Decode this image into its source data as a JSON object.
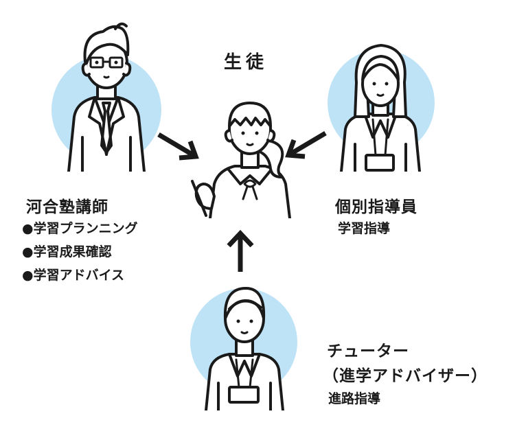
{
  "colors": {
    "circle": "#bfe3f6",
    "ink": "#1a1a1a"
  },
  "student": {
    "title": "生徒"
  },
  "instructor": {
    "title": "河合塾講師",
    "items": [
      "●学習プランニング",
      "●学習成果確認",
      "●学習アドバイス"
    ]
  },
  "individual_guide": {
    "title": "個別指導員",
    "role": "学習指導"
  },
  "tutor": {
    "title": "チューター",
    "subtitle": "（進学アドバイザー）",
    "role": "進路指導"
  },
  "icons": [
    "teacher-icon",
    "student-icon",
    "female-staff-icon",
    "tutor-icon",
    "arrow-icon"
  ]
}
